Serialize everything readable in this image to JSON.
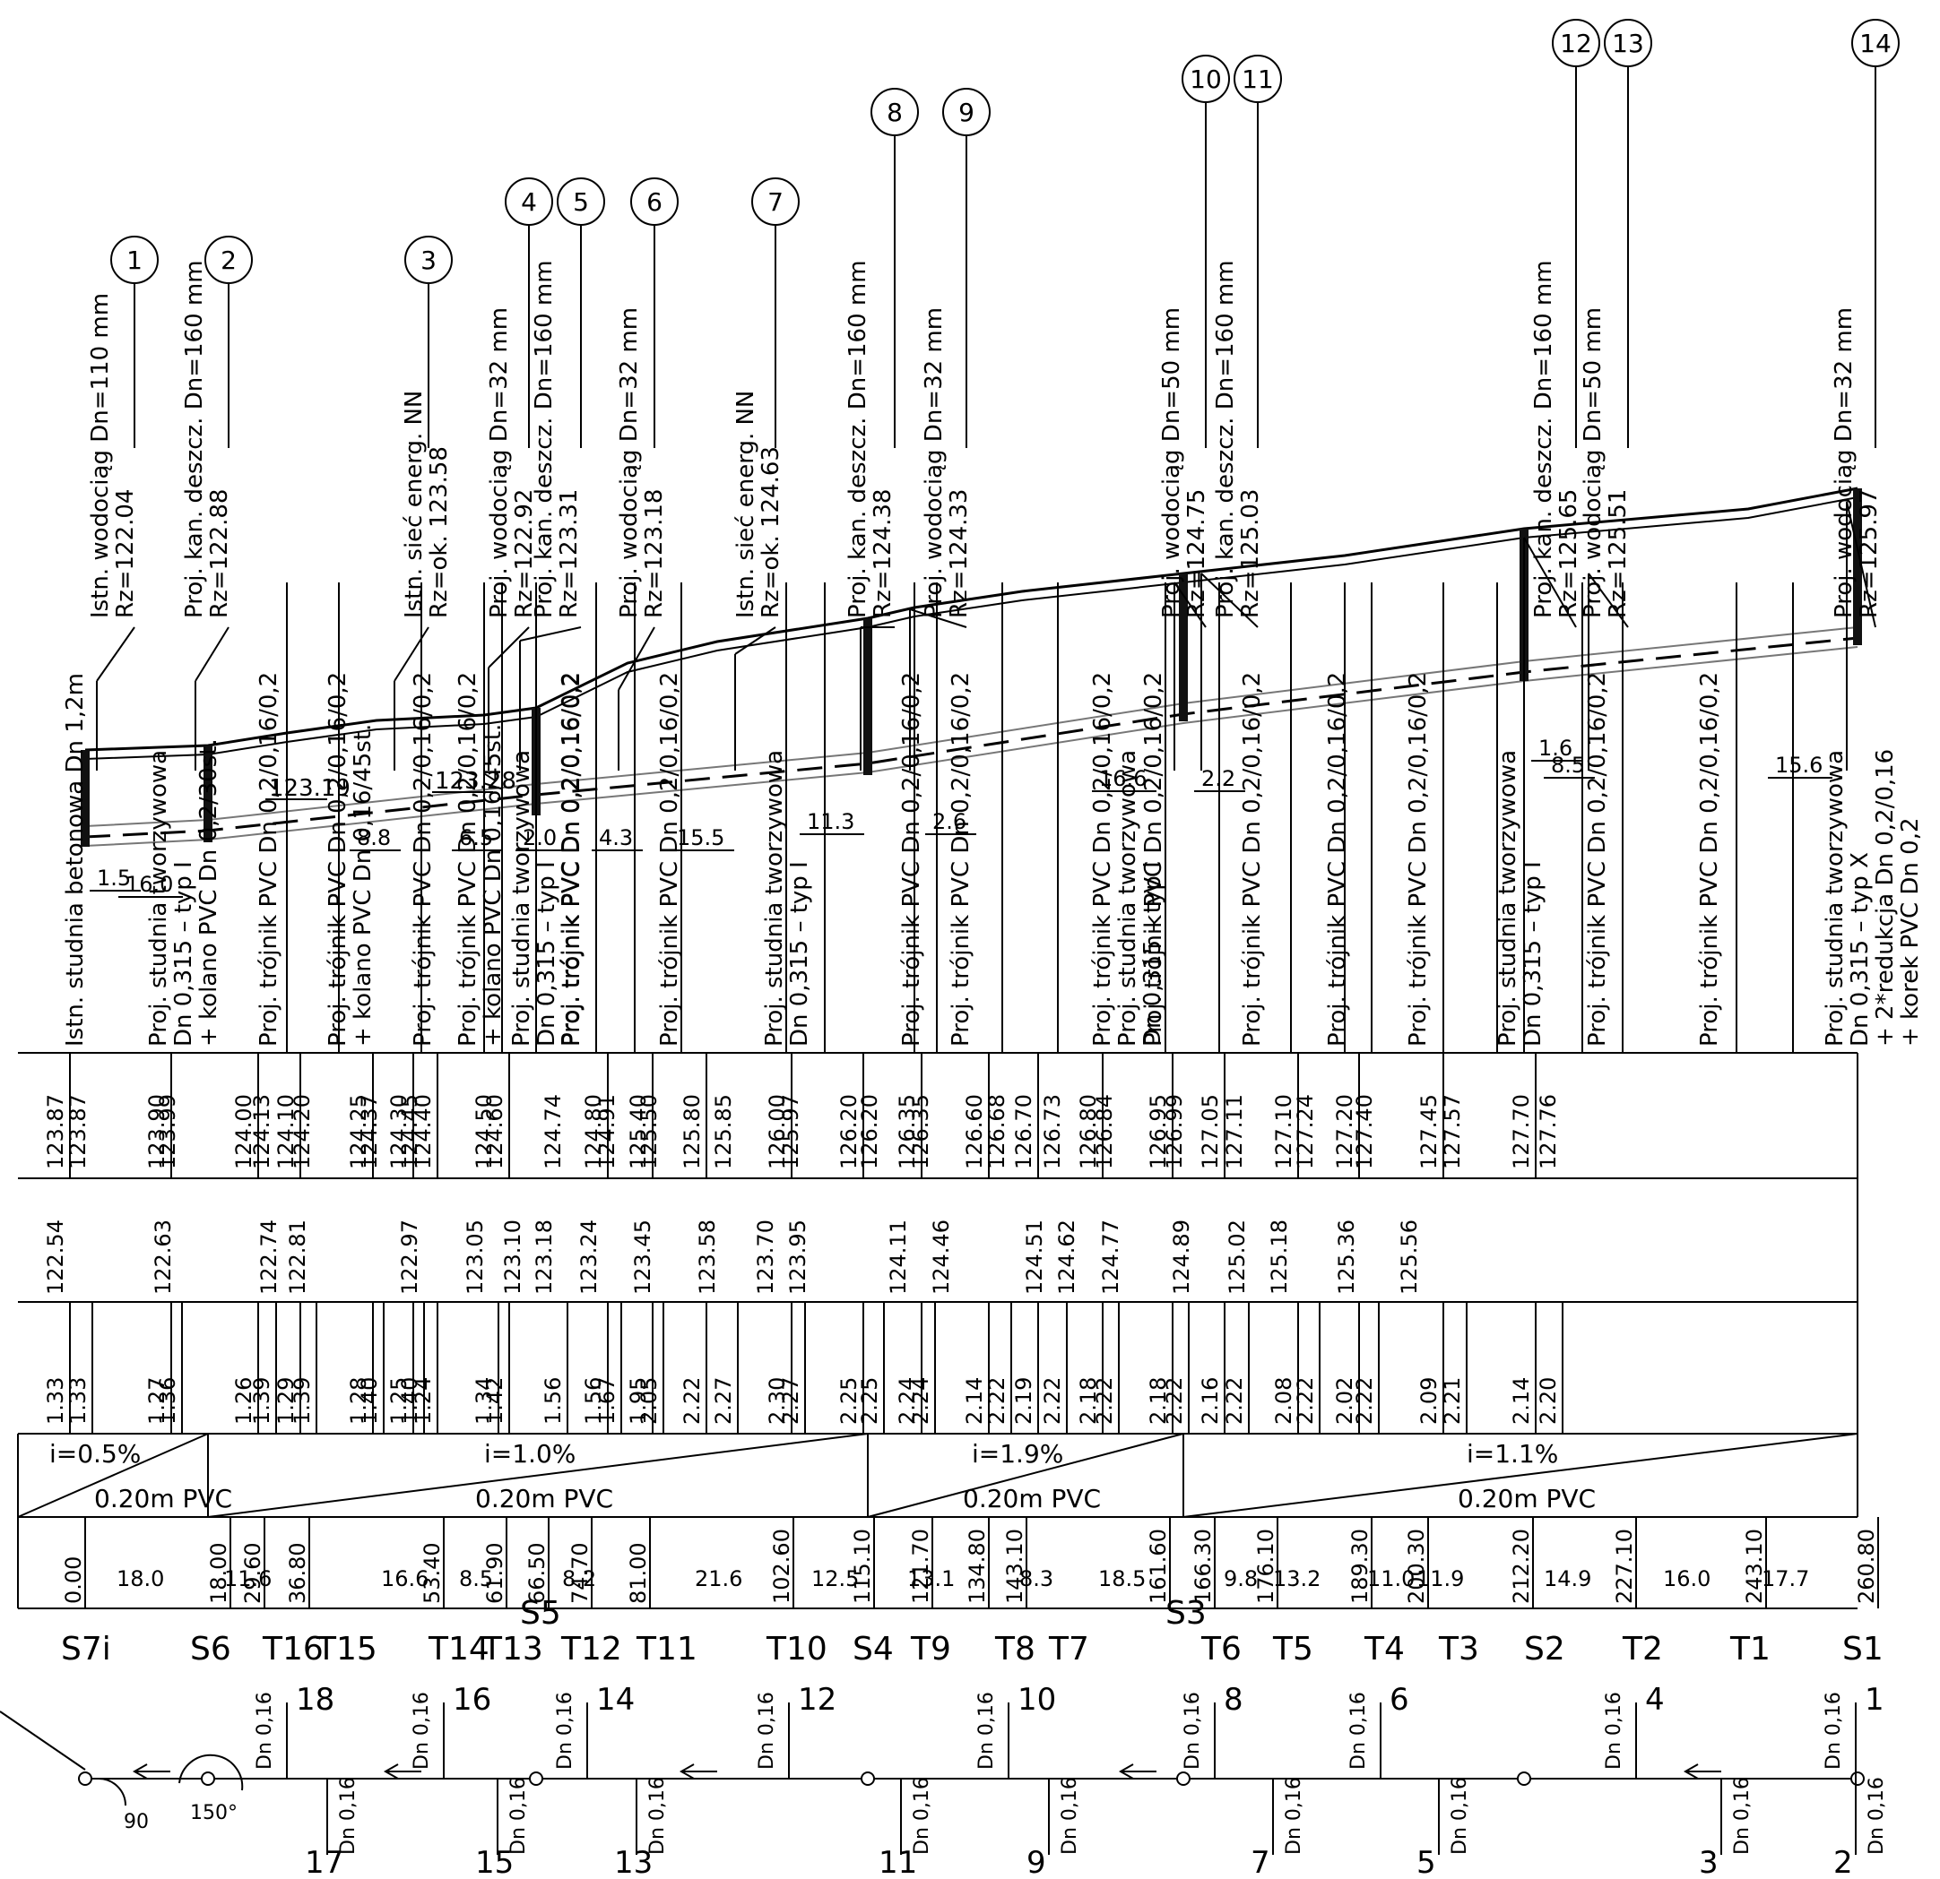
{
  "callouts": [
    {
      "num": "1",
      "lines": [
        "Istn. wodociąg Dn=110 mm",
        "Rz=122.04"
      ]
    },
    {
      "num": "2",
      "lines": [
        "Proj. kan. deszcz. Dn=160 mm",
        "Rz=122.88"
      ]
    },
    {
      "num": "3",
      "lines": [
        "Istn. sieć energ. NN",
        "Rz=ok. 123.58"
      ]
    },
    {
      "num": "4",
      "lines": [
        "Proj. wodociąg Dn=32 mm",
        "Rz=122.92"
      ]
    },
    {
      "num": "5",
      "lines": [
        "Proj. kan. deszcz. Dn=160 mm",
        "Rz=123.31"
      ]
    },
    {
      "num": "6",
      "lines": [
        "Proj. wodociąg Dn=32 mm",
        "Rz=123.18"
      ]
    },
    {
      "num": "7",
      "lines": [
        "Istn. sieć energ. NN",
        "Rz=ok. 124.63"
      ]
    },
    {
      "num": "8",
      "lines": [
        "Proj. kan. deszcz. Dn=160 mm",
        "Rz=124.38"
      ]
    },
    {
      "num": "9",
      "lines": [
        "Proj. wodociąg Dn=32 mm",
        "Rz=124.33"
      ]
    },
    {
      "num": "10",
      "lines": [
        "Proj. wodociąg Dn=50 mm",
        "Rz=124.75"
      ]
    },
    {
      "num": "11",
      "lines": [
        "Proj. kan. deszcz. Dn=160 mm",
        "Rz=125.03"
      ]
    },
    {
      "num": "12",
      "lines": [
        "Proj. kan. deszcz. Dn=160 mm",
        "Rz=125.65"
      ]
    },
    {
      "num": "13",
      "lines": [
        "Proj. wodociąg Dn=50 mm",
        "Rz=125.51"
      ]
    },
    {
      "num": "14",
      "lines": [
        "Proj. wodociąg Dn=32 mm",
        "Rz=125.97"
      ]
    }
  ],
  "elevation_notes": [
    "123.19",
    "123.28"
  ],
  "dims": [
    "1.5",
    "16.0",
    "8.8",
    "6.5",
    "2.0",
    "4.3",
    "15.5",
    "11.3",
    "2.6",
    "16.6",
    "2.2",
    "1.6",
    "8.5",
    "15.6"
  ],
  "descriptions": [
    [
      "Istn. studnia betonowa Dn 1,2m"
    ],
    [
      "Proj. studnia tworzywowa",
      "Dn 0,315 – typ I",
      "+ kolano PVC Dn 0,2/30st."
    ],
    [
      "Proj. trójnik PVC Dn 0,2/0,16/0,2"
    ],
    [
      "Proj. trójnik PVC Dn 0,2/0,16/0,2",
      "+ kolano PVC Dn 0,16/45st."
    ],
    [
      "Proj. trójnik PVC Dn 0,2/0,16/0,2"
    ],
    [
      "Proj. trójnik PVC Dn 0,2/0,16/0,2",
      "+ kolano PVC Dn 0,16/45st."
    ],
    [
      "Proj. studnia tworzywowa",
      "Dn 0,315 – typ I",
      "Proj. trójnik PVC Dn 0,2/0,16/0,2"
    ],
    [
      "Proj. trójnik PVC Dn 0,2/0,16/0,2"
    ],
    [
      "Proj. trójnik PVC Dn 0,2/0,16/0,2"
    ],
    [
      "Proj. studnia tworzywowa",
      "Dn 0,315 – typ I"
    ],
    [
      "Proj. trójnik PVC Dn 0,2/0,16/0,2"
    ],
    [
      "Proj. trójnik PVC Dn 0,2/0,16/0,2"
    ],
    [
      "Proj. trójnik PVC Dn 0,2/0,16/0,2",
      "Proj. studnia tworzywowa",
      "Dn 0,315 – typ I"
    ],
    [
      "Proj. trójnik PVC Dn 0,2/0,16/0,2"
    ],
    [
      "Proj. trójnik PVC Dn 0,2/0,16/0,2"
    ],
    [
      "Proj. trójnik PVC Dn 0,2/0,16/0,2"
    ],
    [
      "Proj. trójnik PVC Dn 0,2/0,16/0,2"
    ],
    [
      "Proj. studnia tworzywowa",
      "Dn 0,315 – typ I"
    ],
    [
      "Proj. trójnik PVC Dn 0,2/0,16/0,2"
    ],
    [
      "Proj. trójnik PVC Dn 0,2/0,16/0,2"
    ],
    [
      "Proj. studnia tworzywowa",
      "Dn 0,315 – typ X",
      "+ 2*redukcja Dn 0,2/0,16",
      "+ korek PVC Dn 0,2"
    ]
  ],
  "table": {
    "terrain": [
      "123.87",
      "123.87",
      "123.90",
      "123.99",
      "124.00",
      "124.13",
      "124.10",
      "124.20",
      "124.25",
      "124.37",
      "124.30",
      "124.45",
      "124.40",
      "124.50",
      "124.60",
      "124.74",
      "124.80",
      "124.91",
      "125.40",
      "125.50",
      "125.80",
      "125.85",
      "126.00",
      "125.97",
      "126.20",
      "126.20",
      "126.35",
      "126.35",
      "126.60",
      "126.68",
      "126.70",
      "126.73",
      "126.80",
      "126.84",
      "126.95",
      "126.99",
      "127.05",
      "127.11",
      "127.10",
      "127.24",
      "127.20",
      "127.40",
      "127.45",
      "127.57",
      "127.70",
      "127.76"
    ],
    "invert": [
      "122.54",
      "122.63",
      "122.74",
      "122.81",
      "122.97",
      "123.05",
      "123.10",
      "123.18",
      "123.24",
      "123.45",
      "123.58",
      "123.70",
      "123.95",
      "124.11",
      "124.46",
      "124.51",
      "124.62",
      "124.77",
      "124.89",
      "125.02",
      "125.18",
      "125.36",
      "125.56"
    ],
    "depth": [
      "1.33",
      "1.33",
      "1.27",
      "1.36",
      "1.26",
      "1.39",
      "1.29",
      "1.39",
      "1.28",
      "1.40",
      "1.25",
      "1.40",
      "1.24",
      "1.34",
      "1.42",
      "1.56",
      "1.56",
      "1.67",
      "1.95",
      "2.05",
      "2.22",
      "2.27",
      "2.30",
      "2.27",
      "2.25",
      "2.25",
      "2.24",
      "2.24",
      "2.14",
      "2.22",
      "2.19",
      "2.22",
      "2.18",
      "2.22",
      "2.18",
      "2.22",
      "2.16",
      "2.22",
      "2.08",
      "2.22",
      "2.02",
      "2.22",
      "2.09",
      "2.21",
      "2.14",
      "2.20"
    ],
    "slopes": [
      {
        "label": "i=0.5%",
        "pipe": "0.20m PVC"
      },
      {
        "label": "i=1.0%",
        "pipe": "0.20m PVC"
      },
      {
        "label": "i=1.9%",
        "pipe": "0.20m PVC"
      },
      {
        "label": "i=1.1%",
        "pipe": "0.20m PVC"
      }
    ],
    "chainage": [
      "0.00",
      "18.00",
      "29.60",
      "36.80",
      "53.40",
      "61.90",
      "66.50",
      "74.70",
      "81.00",
      "102.60",
      "115.10",
      "121.70",
      "134.80",
      "143.10",
      "161.60",
      "166.30",
      "176.10",
      "189.30",
      "200.30",
      "212.20",
      "227.10",
      "243.10",
      "260.80"
    ],
    "segments": [
      "18.0",
      "11.6",
      "16.6",
      "8.5",
      "8.2",
      "21.6",
      "12.5",
      "13.1",
      "8.3",
      "18.5",
      "9.8",
      "13.2",
      "11.0",
      "11.9",
      "14.9",
      "16.0",
      "17.7"
    ]
  },
  "station_labels": [
    "S7i",
    "S6",
    "T16",
    "T15",
    "T14",
    "T13",
    "T12",
    "T11",
    "T10",
    "S4",
    "T9",
    "T8",
    "T7",
    "T6",
    "T5",
    "T4",
    "T3",
    "S2",
    "T2",
    "T1",
    "S1"
  ],
  "station_upper": [
    "S5",
    "S3"
  ],
  "plan": {
    "branch_label": "Dn 0,16",
    "up_numbers": [
      "18",
      "16",
      "14",
      "12",
      "10",
      "8",
      "6",
      "4",
      "1"
    ],
    "down_numbers": [
      "17",
      "15",
      "13",
      "11",
      "9",
      "7",
      "5",
      "3",
      "2"
    ],
    "angles": [
      "90",
      "150°"
    ]
  }
}
